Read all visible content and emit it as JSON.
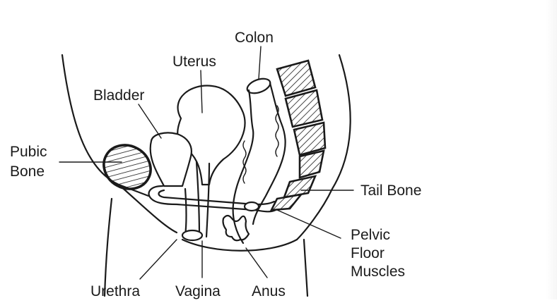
{
  "labels": {
    "colon": "Colon",
    "uterus": "Uterus",
    "bladder": "Bladder",
    "pubic_bone_line1": "Pubic",
    "pubic_bone_line2": "Bone",
    "tail_bone": "Tail Bone",
    "pelvic_line1": "Pelvic",
    "pelvic_line2": "Floor",
    "pelvic_line3": "Muscles",
    "urethra": "Urethra",
    "vagina": "Vagina",
    "anus": "Anus"
  },
  "colors": {
    "ink": "#1a1a1a",
    "paper": "#ffffff"
  }
}
